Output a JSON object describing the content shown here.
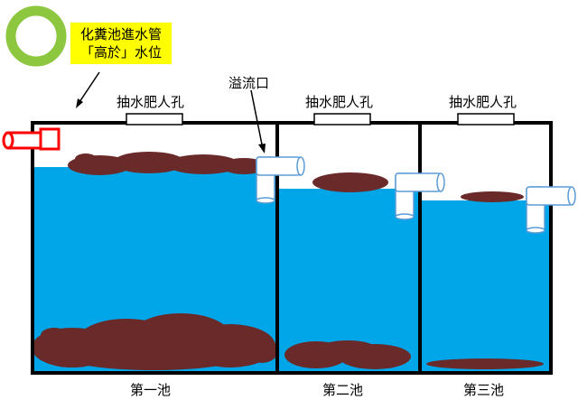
{
  "note": {
    "line1": "化糞池進水管",
    "line2": "「高於」水位"
  },
  "hole_label": "抽水肥人孔",
  "overflow_label": "溢流口",
  "tanks": [
    "第一池",
    "第二池",
    "第三池"
  ],
  "colors": {
    "water": "#00a6e8",
    "sludge": "#6b2a2a",
    "pipe_inlet": "#ff0000",
    "ring": "#8dc63f",
    "note_bg": "#ffff00"
  }
}
